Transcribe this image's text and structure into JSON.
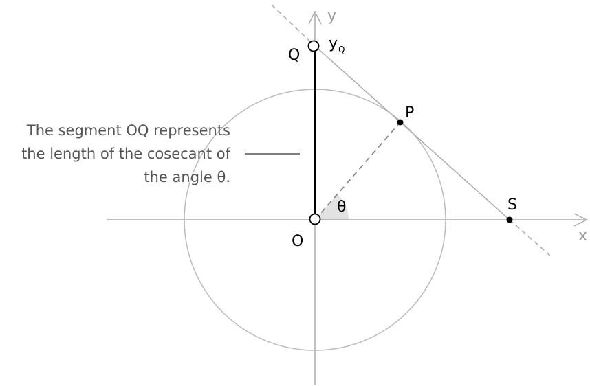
{
  "labels": {
    "y_axis": "y",
    "x_axis": "x",
    "q": "Q",
    "y_q_main": "y",
    "y_q_sub": "Q",
    "p": "P",
    "o": "O",
    "s": "S",
    "theta": "θ"
  },
  "annotation": {
    "line1": "The segment OQ represents",
    "line2": "the length of the cosecant of",
    "line3": "the angle θ."
  },
  "colors": {
    "axis": "#aaaaaa",
    "circle": "#bbbbbb",
    "tangent": "#aaaaaa",
    "segment": "#000000",
    "angle_fill": "#e2e2e2",
    "annotation_text": "#555555"
  }
}
